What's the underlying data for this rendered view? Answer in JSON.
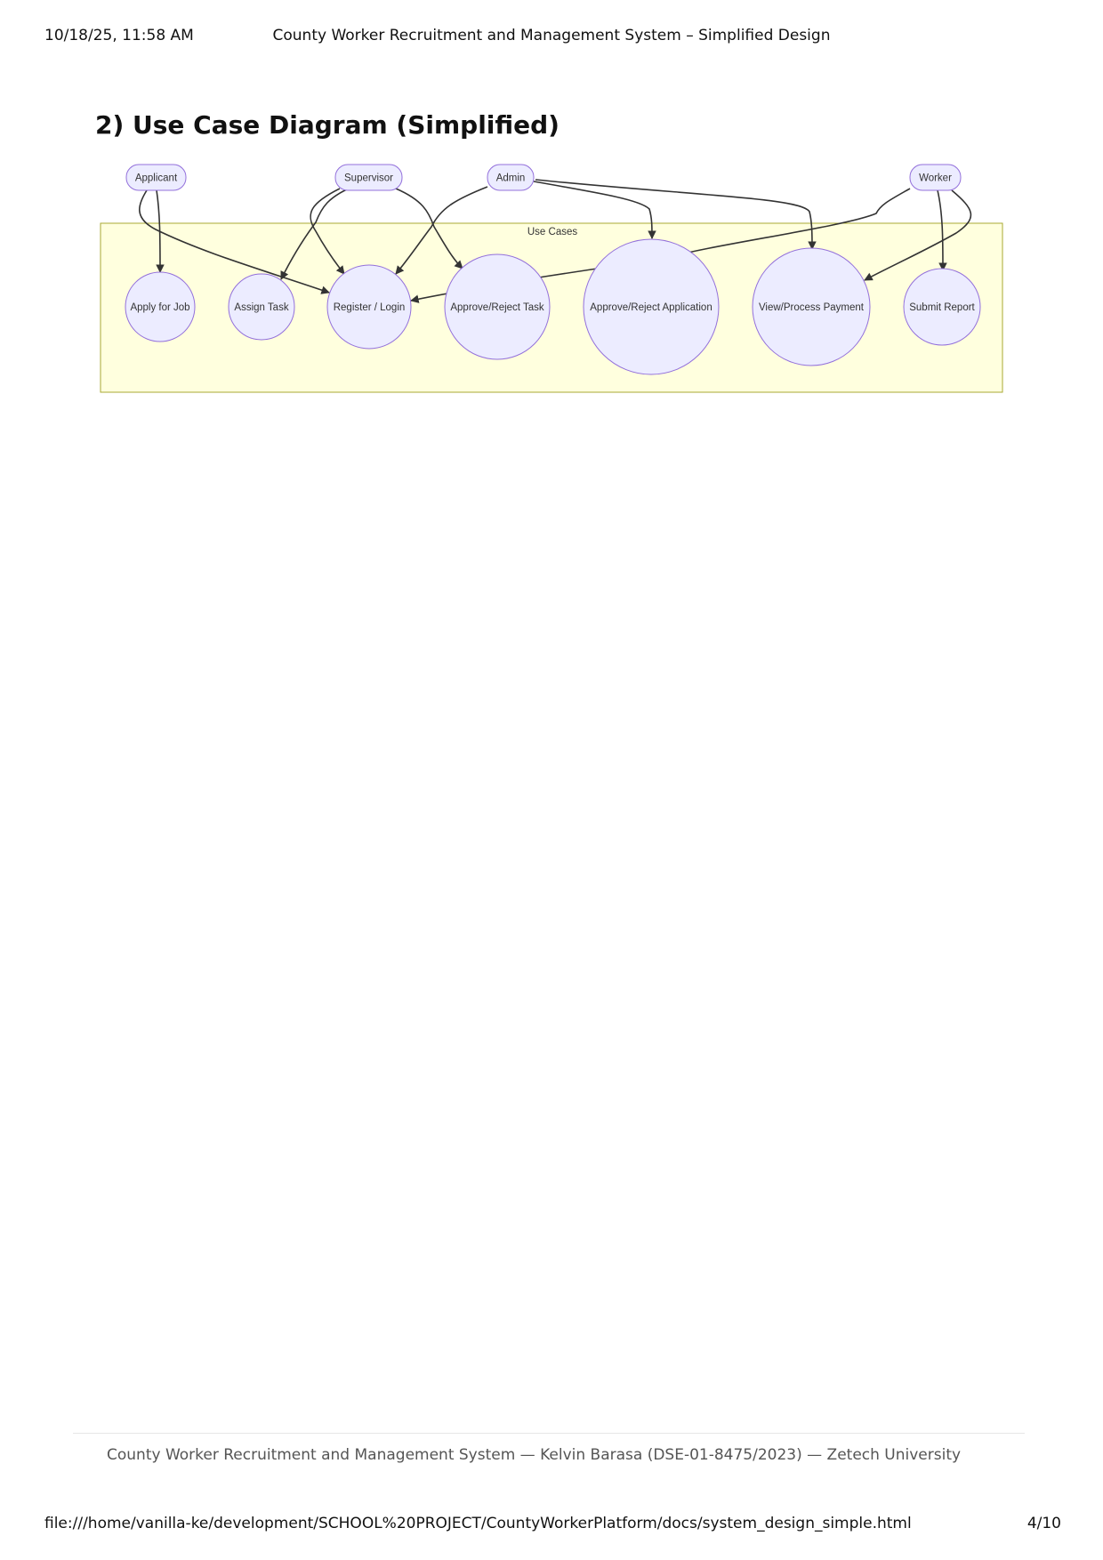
{
  "print_header": {
    "datetime": "10/18/25, 11:58 AM",
    "title": "County Worker Recruitment and Management System – Simplified Design"
  },
  "section_title": "2) Use Case Diagram (Simplified)",
  "diagram": {
    "boundary_label": "Use Cases",
    "actors": [
      "Applicant",
      "Supervisor",
      "Admin",
      "Worker"
    ],
    "use_cases": [
      "Apply for Job",
      "Assign Task",
      "Register / Login",
      "Approve/Reject Task",
      "Approve/Reject Application",
      "View/Process Payment",
      "Submit Report"
    ],
    "relations": [
      {
        "from": "Applicant",
        "to": "Apply for Job"
      },
      {
        "from": "Applicant",
        "to": "Register / Login"
      },
      {
        "from": "Supervisor",
        "to": "Assign Task"
      },
      {
        "from": "Supervisor",
        "to": "Register / Login"
      },
      {
        "from": "Supervisor",
        "to": "Approve/Reject Task"
      },
      {
        "from": "Admin",
        "to": "Register / Login"
      },
      {
        "from": "Admin",
        "to": "Approve/Reject Application"
      },
      {
        "from": "Admin",
        "to": "View/Process Payment"
      },
      {
        "from": "Worker",
        "to": "Register / Login"
      },
      {
        "from": "Worker",
        "to": "Submit Report"
      },
      {
        "from": "Worker",
        "to": "View/Process Payment"
      }
    ],
    "colors": {
      "node_fill": "#ececff",
      "node_stroke": "#9370db",
      "boundary_fill": "#ffffde",
      "boundary_stroke": "#aaaa33",
      "edge": "#333333"
    }
  },
  "doc_footer": "County Worker Recruitment and Management System — Kelvin Barasa (DSE-01-8475/2023) — Zetech University",
  "print_footer": {
    "url": "file:///home/vanilla-ke/development/SCHOOL%20PROJECT/CountyWorkerPlatform/docs/system_design_simple.html",
    "page": "4/10"
  }
}
